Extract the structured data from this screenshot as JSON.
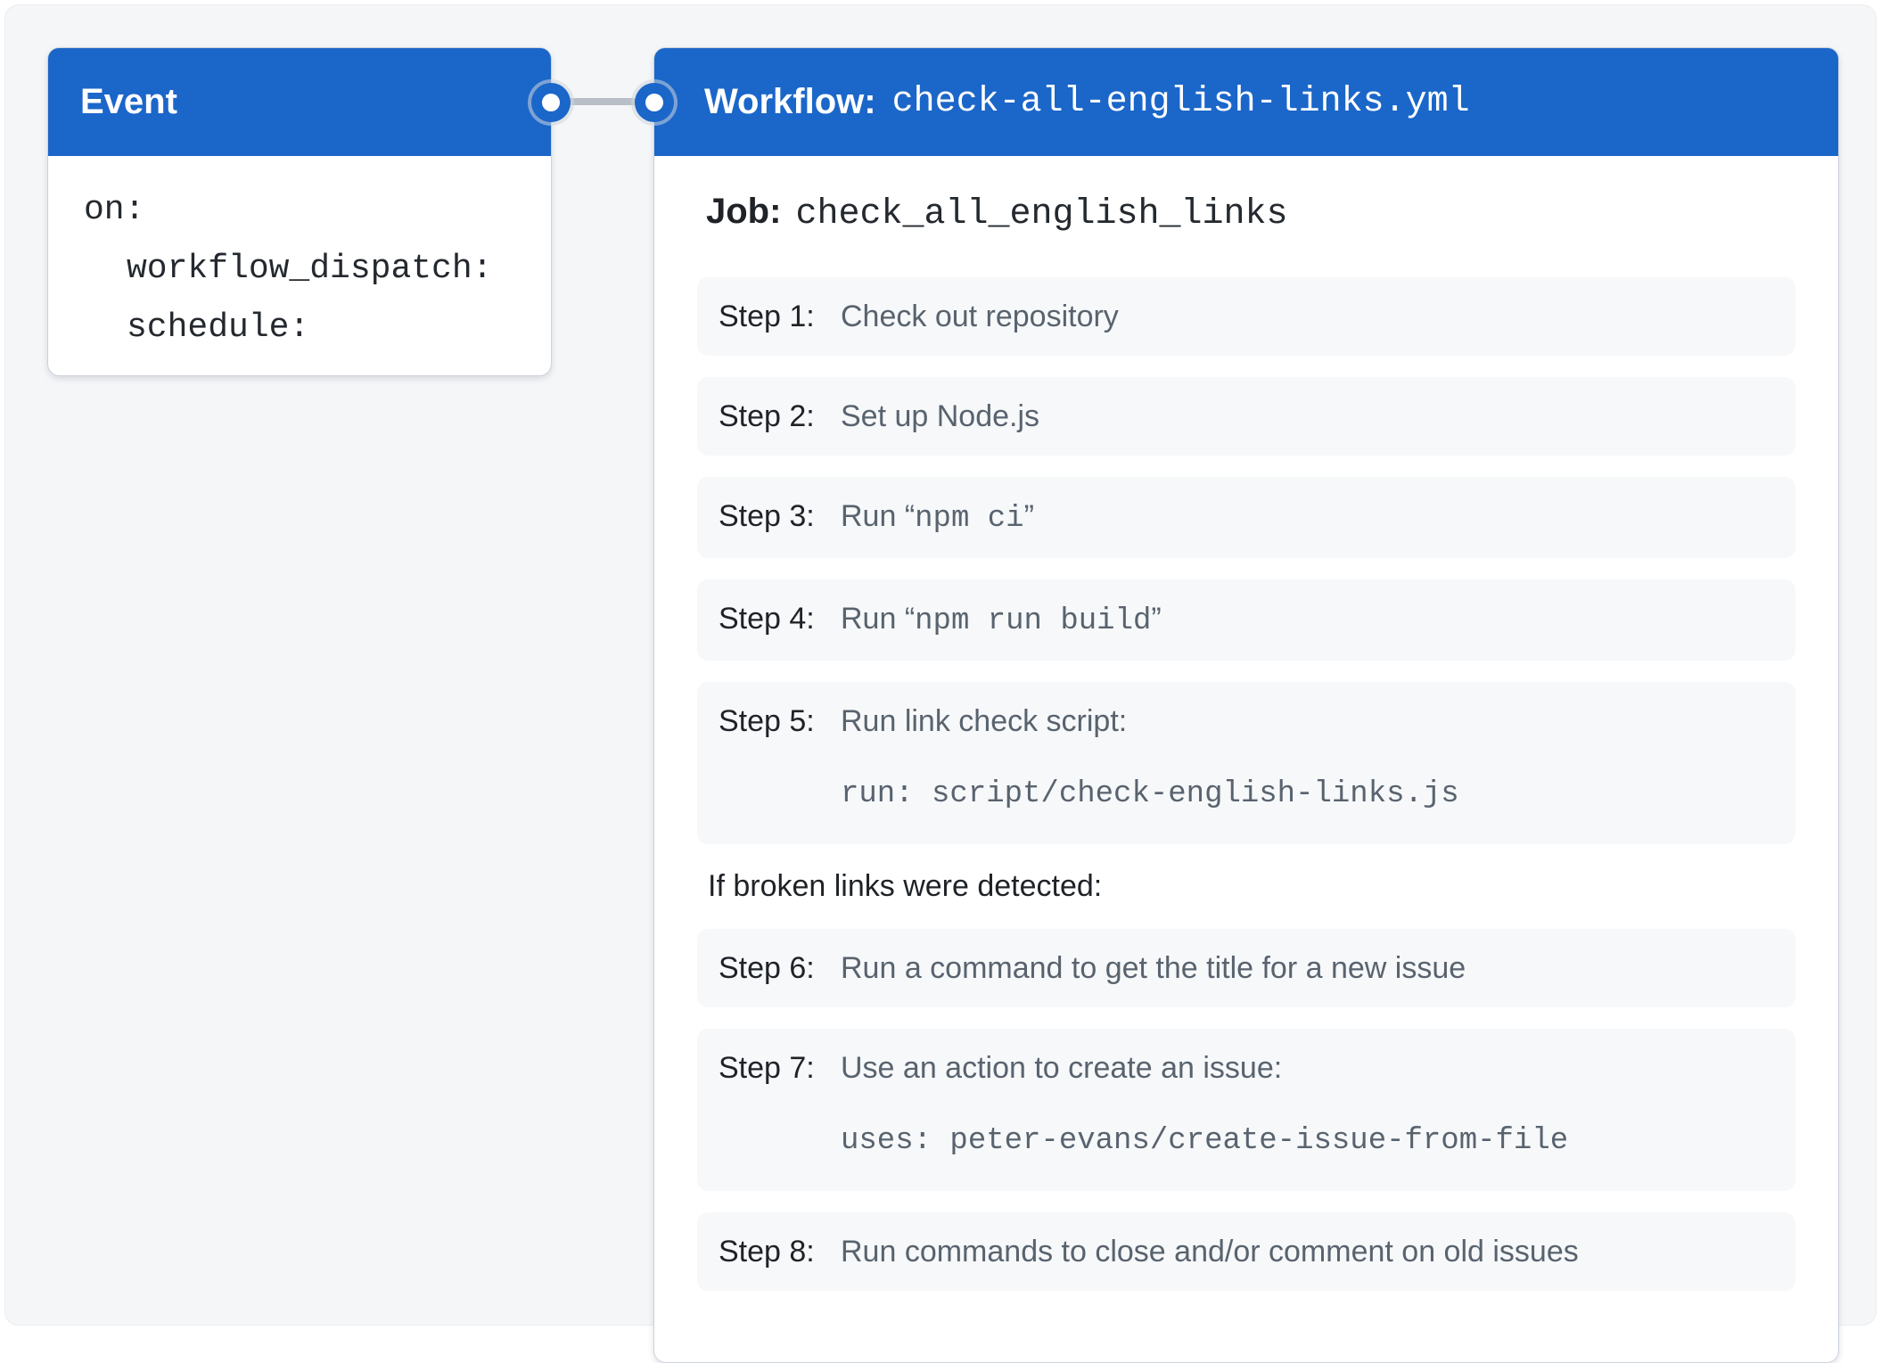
{
  "colors": {
    "header_blue": "#1b66c9",
    "canvas_background": "#f5f6f8",
    "card_background": "#ffffff",
    "step_row_background": "#f6f8fa",
    "step_label_text": "#1f2328",
    "step_description_text": "#59636e",
    "connector_gray": "#b9bfc6"
  },
  "event_card": {
    "title": "Event",
    "code_lines": [
      {
        "text": "on:",
        "indent": 0
      },
      {
        "text": "workflow_dispatch:",
        "indent": 1
      },
      {
        "text": "schedule:",
        "indent": 1
      }
    ]
  },
  "workflow_card": {
    "title_label": "Workflow:",
    "title_filename": "check-all-english-links.yml",
    "job_label": "Job:",
    "job_name": "check_all_english_links",
    "condition_text": "If broken links were detected:",
    "steps_before_condition": [
      {
        "label": "Step 1:",
        "desc": [
          {
            "text": "Check out repository",
            "mono": false
          }
        ]
      },
      {
        "label": "Step 2:",
        "desc": [
          {
            "text": "Set up Node.js",
            "mono": false
          }
        ]
      },
      {
        "label": "Step 3:",
        "desc": [
          {
            "text": "Run “",
            "mono": false
          },
          {
            "text": "npm ci",
            "mono": true
          },
          {
            "text": "”",
            "mono": false
          }
        ]
      },
      {
        "label": "Step 4:",
        "desc": [
          {
            "text": "Run “",
            "mono": false
          },
          {
            "text": "npm run build",
            "mono": true
          },
          {
            "text": "”",
            "mono": false
          }
        ]
      },
      {
        "label": "Step 5:",
        "desc": [
          {
            "text": "Run link check script:",
            "mono": false
          }
        ],
        "sub": "run: script/check-english-links.js"
      }
    ],
    "steps_after_condition": [
      {
        "label": "Step 6:",
        "desc": [
          {
            "text": "Run a command to get the title for a new issue",
            "mono": false
          }
        ]
      },
      {
        "label": "Step 7:",
        "desc": [
          {
            "text": "Use an action to create an issue:",
            "mono": false
          }
        ],
        "sub": "uses: peter-evans/create-issue-from-file"
      },
      {
        "label": "Step 8:",
        "desc": [
          {
            "text": "Run commands to close and/or comment on old issues",
            "mono": false
          }
        ]
      }
    ]
  }
}
